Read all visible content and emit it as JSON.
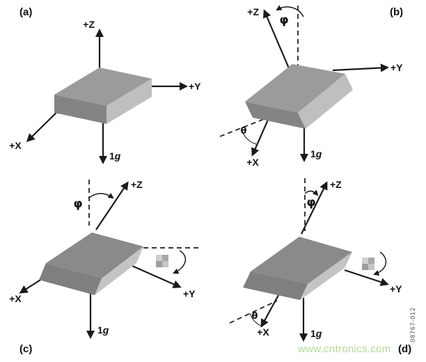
{
  "figure": {
    "code": "08767-012",
    "watermark": "www.cntronics.com"
  },
  "panels": {
    "a": {
      "label": "(a)",
      "z": "+Z",
      "y": "+Y",
      "x": "+X",
      "g_num": "1",
      "g_sym": "g"
    },
    "b": {
      "label": "(b)",
      "z": "+Z",
      "y": "+Y",
      "x": "+X",
      "g_num": "1",
      "g_sym": "g",
      "phi": "φ",
      "theta": "θ"
    },
    "c": {
      "label": "(c)",
      "z": "+Z",
      "y": "+Y",
      "x": "+X",
      "g_num": "1",
      "g_sym": "g",
      "phi": "φ"
    },
    "d": {
      "label": "(d)",
      "z": "+Z",
      "y": "+Y",
      "x": "+X",
      "g_num": "1",
      "g_sym": "g",
      "phi": "φ",
      "theta": "θ"
    }
  },
  "colors": {
    "line": "#1a1a1a",
    "box_top_ab": "#9b9b9b",
    "box_left_ab": "#848484",
    "box_right_ab": "#bfbfbf",
    "box_top_cd": "#8a8a8a",
    "box_left_cd": "#7f7f7f",
    "box_right_cd": "#c4c4c4",
    "watermark_green": "#b5d79a",
    "figure_code_gray": "#555555"
  }
}
